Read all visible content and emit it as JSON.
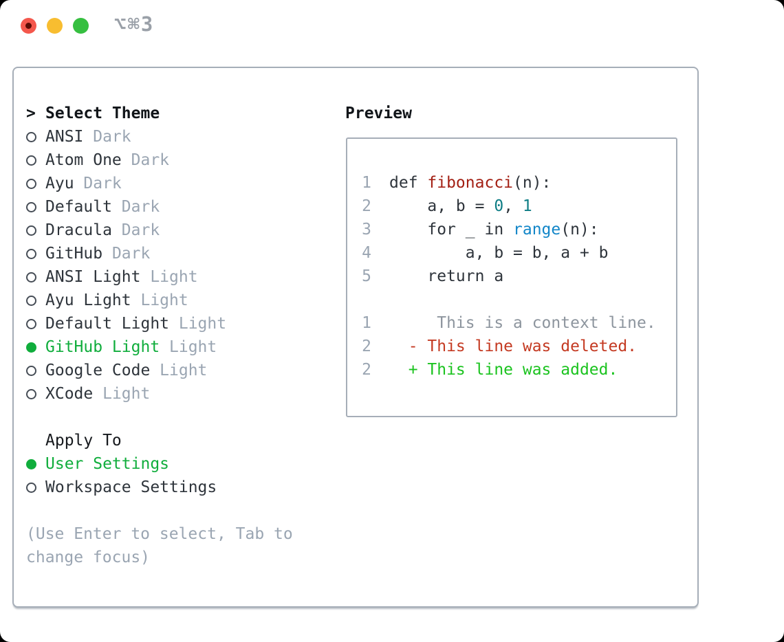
{
  "window": {
    "shortcut_label": "⌥⌘3",
    "traffic_lights": {
      "close": "close",
      "minimize": "minimize",
      "zoom": "zoom"
    }
  },
  "colors": {
    "accent_green": "#10ad3c",
    "panel_border": "#a6aeb8",
    "muted_text": "#9aa5b2",
    "primary_text": "#2e343b",
    "syntax_function_red": "#a32014",
    "syntax_number_teal": "#0e7d85",
    "syntax_builtin_blue": "#1286c8",
    "diff_deleted_red": "#c43a22",
    "diff_added_green": "#1bc31f"
  },
  "theme_panel": {
    "header_prefix": ">",
    "header_label": "Select Theme",
    "themes": [
      {
        "name": "ANSI",
        "variant": "Dark",
        "selected": false
      },
      {
        "name": "Atom One",
        "variant": "Dark",
        "selected": false
      },
      {
        "name": "Ayu",
        "variant": "Dark",
        "selected": false
      },
      {
        "name": "Default",
        "variant": "Dark",
        "selected": false
      },
      {
        "name": "Dracula",
        "variant": "Dark",
        "selected": false
      },
      {
        "name": "GitHub",
        "variant": "Dark",
        "selected": false
      },
      {
        "name": "ANSI Light",
        "variant": "Light",
        "selected": false
      },
      {
        "name": "Ayu Light",
        "variant": "Light",
        "selected": false
      },
      {
        "name": "Default Light",
        "variant": "Light",
        "selected": false
      },
      {
        "name": "GitHub Light",
        "variant": "Light",
        "selected": true
      },
      {
        "name": "Google Code",
        "variant": "Light",
        "selected": false
      },
      {
        "name": "XCode",
        "variant": "Light",
        "selected": false
      }
    ],
    "apply_to_label": "Apply To",
    "apply_options": [
      {
        "name": "User Settings",
        "selected": true
      },
      {
        "name": "Workspace Settings",
        "selected": false
      }
    ],
    "hint_line1": "(Use Enter to select, Tab to",
    "hint_line2": "change focus)"
  },
  "preview": {
    "label": "Preview",
    "code_lines": [
      {
        "num": "1",
        "t1": "def ",
        "fn": "fibonacci",
        "t2": "(n):"
      },
      {
        "num": "2",
        "t1": "    a, b = ",
        "n1": "0",
        "t2": ", ",
        "n2": "1"
      },
      {
        "num": "3",
        "t1": "    for _ in ",
        "fn": "range",
        "t2": "(n):"
      },
      {
        "num": "4",
        "t1": "        a, b = b, a + b"
      },
      {
        "num": "5",
        "t1": "    return a"
      }
    ],
    "diff_lines": [
      {
        "num": "1",
        "text": "     This is a context line.",
        "kind": "context"
      },
      {
        "num": "2",
        "text": "  - This line was deleted.",
        "kind": "deleted"
      },
      {
        "num": "2",
        "text": "  + This line was added.",
        "kind": "added"
      }
    ]
  }
}
